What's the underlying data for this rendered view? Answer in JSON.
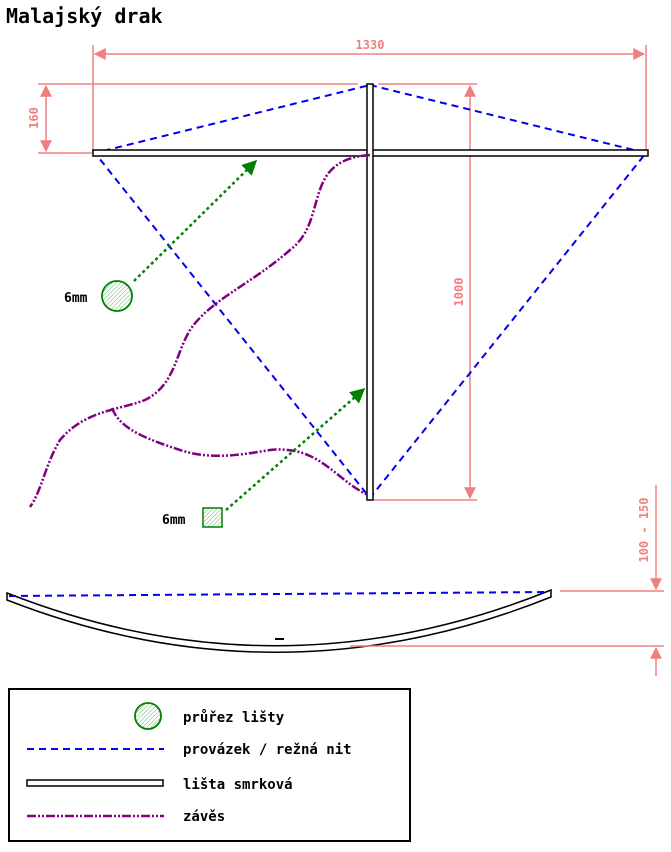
{
  "title": "Malajský drak",
  "dimensions": {
    "width": "1330",
    "top_height": "160",
    "spine_length": "1000",
    "bow_depth": "100 - 150"
  },
  "labels": {
    "section_round": "6mm",
    "section_square": "6mm"
  },
  "legend": {
    "items": [
      {
        "symbol": "circle-hatched",
        "label": "průřez lišty"
      },
      {
        "symbol": "blue-dashed-line",
        "label": "provázek / režná nit"
      },
      {
        "symbol": "double-line-bar",
        "label": "lišta smrková"
      },
      {
        "symbol": "purple-dash-dot-line",
        "label": "závěs"
      }
    ]
  },
  "colors": {
    "dimension": "#f08080",
    "string": "#0000ee",
    "spar": "#000000",
    "bridle": "#800080",
    "section": "#008000"
  }
}
